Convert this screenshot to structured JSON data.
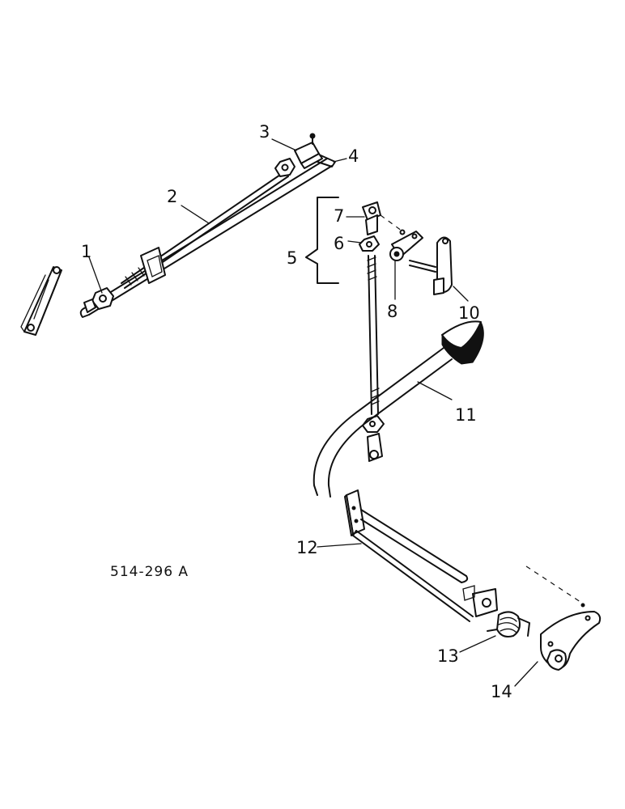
{
  "figure": {
    "drawing_number": "514-296 A",
    "callouts": {
      "c1": "1",
      "c2": "2",
      "c3": "3",
      "c4": "4",
      "c5": "5",
      "c6": "6",
      "c7": "7",
      "c8": "8",
      "c10": "10",
      "c11": "11",
      "c12": "12",
      "c13": "13",
      "c14": "14"
    }
  }
}
